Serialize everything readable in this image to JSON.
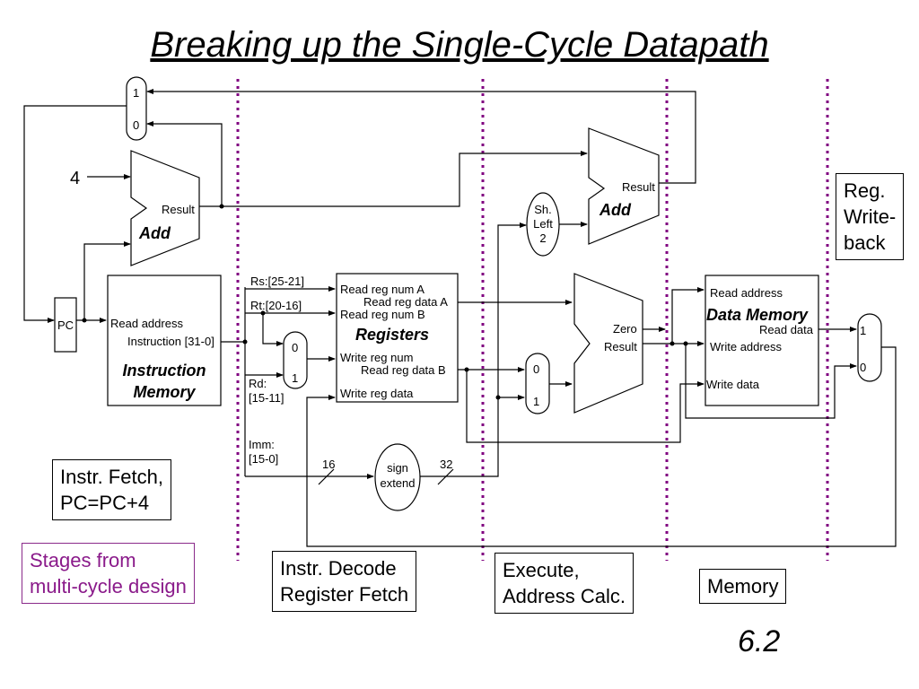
{
  "title": "Breaking up the Single-Cycle Datapath",
  "page_number": "6.2",
  "stages": {
    "fetch": [
      "Instr. Fetch,",
      "PC=PC+4"
    ],
    "decode": [
      "Instr. Decode",
      "Register Fetch"
    ],
    "execute": [
      "Execute,",
      "Address Calc."
    ],
    "memory": [
      "Memory"
    ],
    "writeback": [
      "Reg.",
      "Write-",
      "back"
    ],
    "note": [
      "Stages from",
      "multi-cycle design"
    ]
  },
  "diagram": {
    "pc_mux": {
      "in1": "1",
      "in0": "0"
    },
    "const_4": "4",
    "adder_pc": {
      "name": "Add",
      "result": "Result"
    },
    "pc": "PC",
    "instr_mem": {
      "read_address": "Read address",
      "instruction": "Instruction [31-0]",
      "name": [
        "Instruction",
        "Memory"
      ]
    },
    "fields": {
      "rs": "Rs:[25-21]",
      "rt": "Rt:[20-16]",
      "rd": [
        "Rd:",
        "[15-11]"
      ],
      "imm": [
        "Imm:",
        "[15-0]"
      ]
    },
    "reg_mux": {
      "in0": "0",
      "in1": "1"
    },
    "registers": {
      "read_num_a": "Read reg num A",
      "read_data_a": "Read reg data A",
      "read_num_b": "Read reg num B",
      "name": "Registers",
      "write_num": "Write reg num",
      "read_data_b": "Read reg data B",
      "write_data": "Write reg data"
    },
    "sign_extend": {
      "label": [
        "sign",
        "extend"
      ],
      "in_width": "16",
      "out_width": "32"
    },
    "shift_left": {
      "label": [
        "Sh.",
        "Left",
        "2"
      ]
    },
    "adder_branch": {
      "name": "Add",
      "result": "Result"
    },
    "alu_mux": {
      "in0": "0",
      "in1": "1"
    },
    "alu": {
      "zero": "Zero",
      "result": "Result"
    },
    "data_mem": {
      "read_address": "Read address",
      "name": "Data Memory",
      "read_data": "Read data",
      "write_address": "Write address",
      "write_data": "Write data"
    },
    "wb_mux": {
      "in1": "1",
      "in0": "0"
    }
  }
}
